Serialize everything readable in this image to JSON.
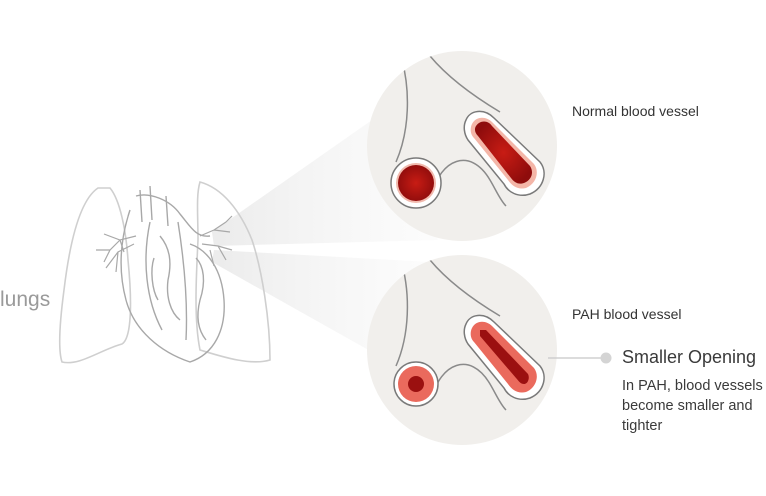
{
  "diagram": {
    "lungs_label": "lungs",
    "normal_label": "Normal blood vessel",
    "pah_label": "PAH blood vessel",
    "callout": {
      "title": "Smaller Opening",
      "text": "In PAH, blood vessels become smaller and tighter"
    },
    "colors": {
      "circle_fill": "#f1efec",
      "vessel_outline": "#7a7a7a",
      "blood_dark": "#9b1010",
      "blood_light": "#ef6a5a",
      "thick_wall": "#e8655a",
      "line_art": "#b8b8b8"
    }
  }
}
